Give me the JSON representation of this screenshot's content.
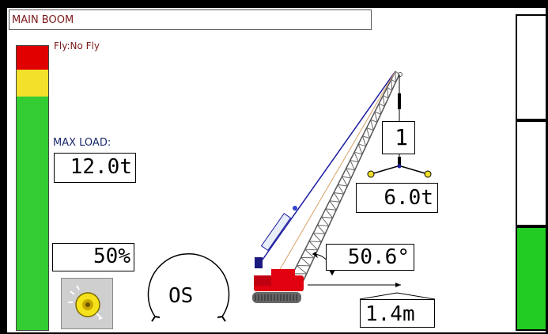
{
  "header": {
    "title": "MAIN BOOM"
  },
  "fly": {
    "text": "Fly:No  Fly"
  },
  "load_gauge": {
    "percent": 50,
    "colors": {
      "red": "#e00000",
      "yellow": "#f2e02a",
      "green": "#33cc33"
    }
  },
  "max_load": {
    "label": "MAX LOAD:",
    "value": "12.0t"
  },
  "load_percent": {
    "value": "50%"
  },
  "alarm": {
    "icon": "alarm-bell-icon"
  },
  "slew": {
    "label": "OS",
    "icon": "rotation-arrows-icon"
  },
  "hook": {
    "parts_of_line": "1",
    "load": "6.0t"
  },
  "boom": {
    "angle": "50.6°",
    "radius": "1.4m"
  },
  "status_panel": {
    "indicator_color": "#22cc22"
  }
}
